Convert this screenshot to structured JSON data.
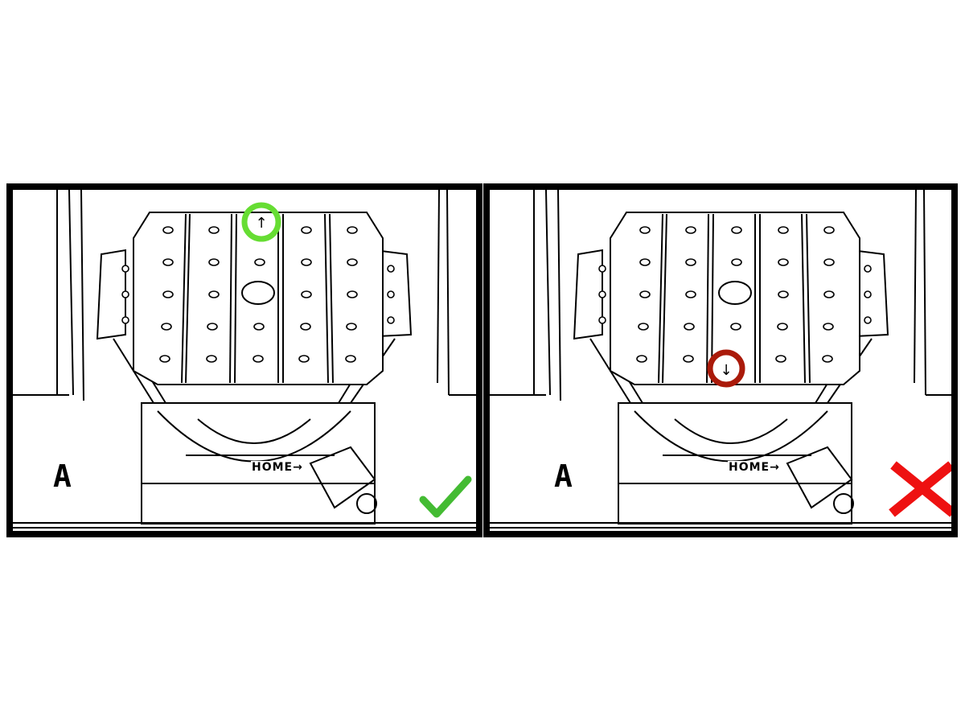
{
  "panels": [
    {
      "id": "correct",
      "view_label": "A",
      "home_label": "HOME→",
      "marker_arrow": "↑",
      "highlight_color": "#66dd33",
      "status_icon": "check-icon",
      "status_color": "#44bb33"
    },
    {
      "id": "incorrect",
      "view_label": "A",
      "home_label": "HOME→",
      "marker_arrow": "↓",
      "highlight_color": "#aa1a0a",
      "status_icon": "cross-icon",
      "status_color": "#ee1111"
    }
  ]
}
